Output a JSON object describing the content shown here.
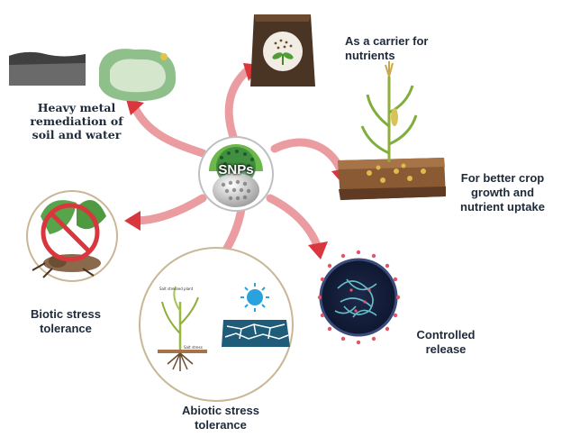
{
  "center": {
    "label": "SNPs"
  },
  "labels": {
    "carrier": "As a carrier for\nnutrients",
    "heavy_metal": "Heavy metal\nremediation of\nsoil and water",
    "crop_growth": "For better crop\ngrowth and\nnutrient uptake",
    "biotic": "Biotic stress\ntolerance",
    "abiotic": "Abiotic stress\ntolerance",
    "controlled": "Controlled\nrelease"
  },
  "inset_labels": {
    "plant_top": "Salt stressed plant",
    "plant_bottom": "Salt stress"
  },
  "colors": {
    "arrow": "#d9363e",
    "text": "#1e2a3a",
    "soil": "#6b4a2f",
    "plant": "#7fae3a",
    "sun": "#2aa3dc"
  }
}
